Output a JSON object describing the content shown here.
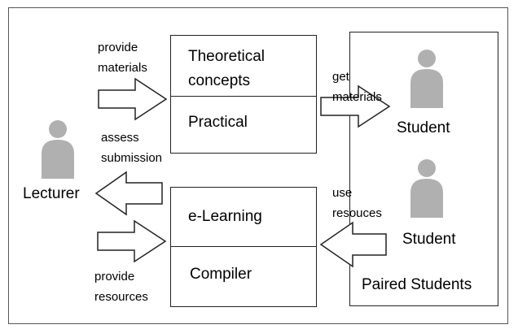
{
  "top_box": {
    "section1": "Theoretical concepts",
    "section1_line1": "Theoretical",
    "section1_line2": "concepts",
    "section2": "Practical"
  },
  "bottom_box": {
    "section1": "e-Learning",
    "section2": "Compiler"
  },
  "lecturer": {
    "label": "Lecturer"
  },
  "students": [
    {
      "label": "Student"
    },
    {
      "label": "Student"
    }
  ],
  "group_label": "Paired Students",
  "arrows": {
    "provide_materials": {
      "line1": "provide",
      "line2": "materials"
    },
    "assess_submission": {
      "line1": "assess",
      "line2": "submission"
    },
    "provide_resources": {
      "line1": "provide",
      "line2": "resources"
    },
    "get_materials": {
      "line1": "get",
      "line2": "materials"
    },
    "use_resources": {
      "line1": "use",
      "line2": "resouces"
    }
  },
  "colors": {
    "person": "#b0b0b0",
    "border": "#222222"
  }
}
